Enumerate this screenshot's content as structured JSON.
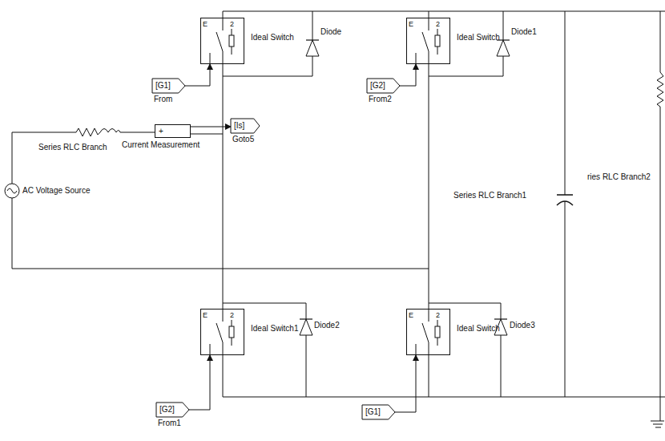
{
  "diagram": {
    "nodes": [
      {
        "text": [
          "[G1]",
          "From"
        ]
      },
      {
        "text": [
          "[G2]",
          "From2"
        ]
      },
      {
        "text": [
          "[G2]",
          "From1"
        ]
      },
      {
        "text": [
          "[G1]"
        ]
      },
      {
        "text": [
          "Ideal Switch"
        ]
      },
      {
        "text": [
          "Ideal Switch"
        ]
      },
      {
        "text": [
          "Ideal Switch1"
        ]
      },
      {
        "text": [
          "Ideal Switch"
        ]
      },
      {
        "text": [
          "+",
          "Current Measurement"
        ]
      },
      {
        "text": [
          "[Is]",
          "Goto5"
        ]
      }
    ],
    "edges": [
      {
        "from": 0,
        "to": 4,
        "arrow": "to"
      },
      {
        "from": 1,
        "to": 5,
        "arrow": "to"
      },
      {
        "from": 2,
        "to": 6,
        "arrow": "to"
      },
      {
        "from": 3,
        "to": 7,
        "arrow": "to"
      },
      {
        "from": 8,
        "to": 9,
        "arrow": "to"
      }
    ],
    "labels": [
      "Diode",
      "Diode1",
      "Diode2",
      "Diode3",
      "Series RLC Branch",
      "AC Voltage Source",
      "Series RLC Branch1",
      "ries RLC Branch2",
      "E",
      "2",
      "E",
      "2",
      "E",
      "2",
      "E",
      "2"
    ]
  }
}
